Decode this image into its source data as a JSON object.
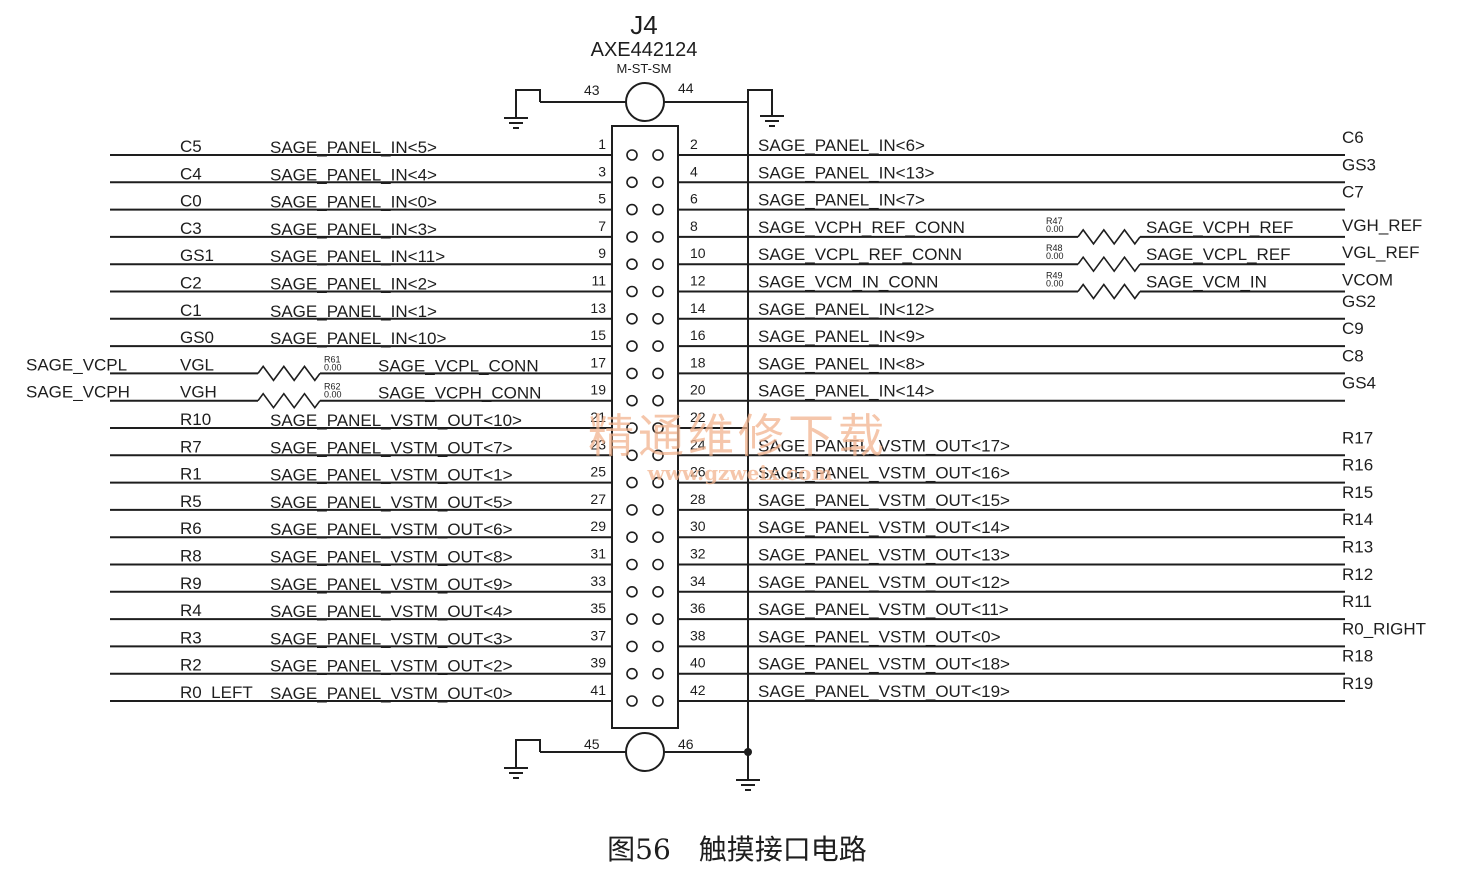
{
  "connector": {
    "ref": "J4",
    "part": "AXE442124",
    "variant": "M-ST-SM",
    "mount_pins": [
      "43",
      "44",
      "45",
      "46"
    ]
  },
  "left_rows": [
    {
      "net": "C5",
      "signal": "SAGE_PANEL_IN<5>",
      "pin": "1"
    },
    {
      "net": "C4",
      "signal": "SAGE_PANEL_IN<4>",
      "pin": "3"
    },
    {
      "net": "C0",
      "signal": "SAGE_PANEL_IN<0>",
      "pin": "5"
    },
    {
      "net": "C3",
      "signal": "SAGE_PANEL_IN<3>",
      "pin": "7"
    },
    {
      "net": "GS1",
      "signal": "SAGE_PANEL_IN<11>",
      "pin": "9"
    },
    {
      "net": "C2",
      "signal": "SAGE_PANEL_IN<2>",
      "pin": "11"
    },
    {
      "net": "C1",
      "signal": "SAGE_PANEL_IN<1>",
      "pin": "13"
    },
    {
      "net": "GS0",
      "signal": "SAGE_PANEL_IN<10>",
      "pin": "15"
    },
    {
      "net": "VGL",
      "signal": "SAGE_VCPL_CONN",
      "pin": "17",
      "ext": "SAGE_VCPL",
      "res": "R61",
      "val": "0.00"
    },
    {
      "net": "VGH",
      "signal": "SAGE_VCPH_CONN",
      "pin": "19",
      "ext": "SAGE_VCPH",
      "res": "R62",
      "val": "0.00"
    },
    {
      "net": "R10",
      "signal": "SAGE_PANEL_VSTM_OUT<10>",
      "pin": "21"
    },
    {
      "net": "R7",
      "signal": "SAGE_PANEL_VSTM_OUT<7>",
      "pin": "23"
    },
    {
      "net": "R1",
      "signal": "SAGE_PANEL_VSTM_OUT<1>",
      "pin": "25"
    },
    {
      "net": "R5",
      "signal": "SAGE_PANEL_VSTM_OUT<5>",
      "pin": "27"
    },
    {
      "net": "R6",
      "signal": "SAGE_PANEL_VSTM_OUT<6>",
      "pin": "29"
    },
    {
      "net": "R8",
      "signal": "SAGE_PANEL_VSTM_OUT<8>",
      "pin": "31"
    },
    {
      "net": "R9",
      "signal": "SAGE_PANEL_VSTM_OUT<9>",
      "pin": "33"
    },
    {
      "net": "R4",
      "signal": "SAGE_PANEL_VSTM_OUT<4>",
      "pin": "35"
    },
    {
      "net": "R3",
      "signal": "SAGE_PANEL_VSTM_OUT<3>",
      "pin": "37"
    },
    {
      "net": "R2",
      "signal": "SAGE_PANEL_VSTM_OUT<2>",
      "pin": "39"
    },
    {
      "net": "R0_LEFT",
      "signal": "SAGE_PANEL_VSTM_OUT<0>",
      "pin": "41"
    }
  ],
  "right_rows": [
    {
      "pin": "2",
      "signal": "SAGE_PANEL_IN<6>",
      "net": "C6"
    },
    {
      "pin": "4",
      "signal": "SAGE_PANEL_IN<13>",
      "net": "GS3"
    },
    {
      "pin": "6",
      "signal": "SAGE_PANEL_IN<7>",
      "net": "C7"
    },
    {
      "pin": "8",
      "signal": "SAGE_VCPH_REF_CONN",
      "net": "VGH_REF",
      "res": "R47",
      "val": "0.00",
      "ext": "SAGE_VCPH_REF"
    },
    {
      "pin": "10",
      "signal": "SAGE_VCPL_REF_CONN",
      "net": "VGL_REF",
      "res": "R48",
      "val": "0.00",
      "ext": "SAGE_VCPL_REF"
    },
    {
      "pin": "12",
      "signal": "SAGE_VCM_IN_CONN",
      "net": "VCOM",
      "res": "R49",
      "val": "0.00",
      "ext": "SAGE_VCM_IN"
    },
    {
      "pin": "14",
      "signal": "SAGE_PANEL_IN<12>",
      "net": "GS2"
    },
    {
      "pin": "16",
      "signal": "SAGE_PANEL_IN<9>",
      "net": "C9"
    },
    {
      "pin": "18",
      "signal": "SAGE_PANEL_IN<8>",
      "net": "C8"
    },
    {
      "pin": "20",
      "signal": "SAGE_PANEL_IN<14>",
      "net": "GS4"
    },
    {
      "pin": "22",
      "signal": "",
      "net": ""
    },
    {
      "pin": "24",
      "signal": "SAGE_PANEL_VSTM_OUT<17>",
      "net": "R17"
    },
    {
      "pin": "26",
      "signal": "SAGE_PANEL_VSTM_OUT<16>",
      "net": "R16"
    },
    {
      "pin": "28",
      "signal": "SAGE_PANEL_VSTM_OUT<15>",
      "net": "R15"
    },
    {
      "pin": "30",
      "signal": "SAGE_PANEL_VSTM_OUT<14>",
      "net": "R14"
    },
    {
      "pin": "32",
      "signal": "SAGE_PANEL_VSTM_OUT<13>",
      "net": "R13"
    },
    {
      "pin": "34",
      "signal": "SAGE_PANEL_VSTM_OUT<12>",
      "net": "R12"
    },
    {
      "pin": "36",
      "signal": "SAGE_PANEL_VSTM_OUT<11>",
      "net": "R11"
    },
    {
      "pin": "38",
      "signal": "SAGE_PANEL_VSTM_OUT<0>",
      "net": "R0_RIGHT"
    },
    {
      "pin": "40",
      "signal": "SAGE_PANEL_VSTM_OUT<18>",
      "net": "R18"
    },
    {
      "pin": "42",
      "signal": "SAGE_PANEL_VSTM_OUT<19>",
      "net": "R19"
    }
  ],
  "watermark": {
    "title": "精通维修下载",
    "url": "www.gzweix.com",
    "color": "#f2b48f"
  },
  "caption": "图56　触摸接口电路"
}
